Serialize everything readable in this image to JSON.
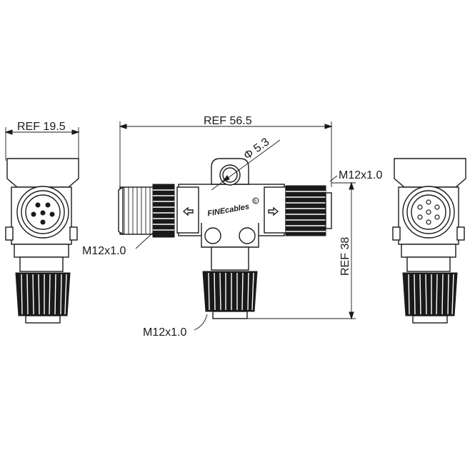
{
  "dimensions": {
    "left_width": "REF 19.5",
    "overall_width": "REF 56.5",
    "hole_diameter": "Φ 5.3",
    "height": "REF 38"
  },
  "threads": {
    "left_port": "M12x1.0",
    "right_port": "M12x1.0",
    "bottom_port": "M12x1.0"
  },
  "brand": {
    "logo_text": "FINEcables",
    "registered_mark": "®"
  },
  "colors": {
    "line": "#1a1a1a",
    "background": "#ffffff"
  }
}
